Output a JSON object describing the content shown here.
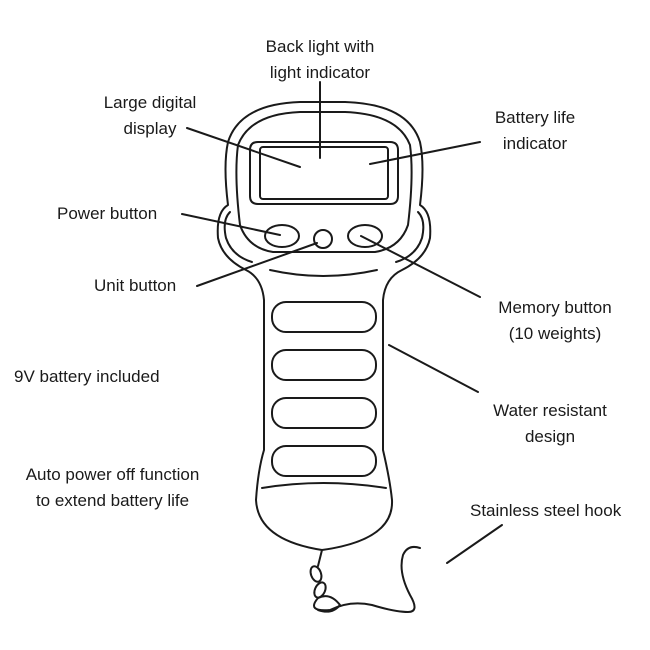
{
  "labels": {
    "back_light": [
      "Back light with",
      "light indicator"
    ],
    "large_display": [
      "Large digital",
      "display"
    ],
    "battery_indicator": [
      "Battery life",
      "indicator"
    ],
    "power_button": [
      "Power button"
    ],
    "unit_button": [
      "Unit button"
    ],
    "memory_button": [
      "Memory button",
      "(10 weights)"
    ],
    "battery_included": [
      "9V battery included"
    ],
    "water_resistant": [
      "Water resistant",
      "design"
    ],
    "auto_power_off": [
      "Auto power off function",
      "to extend battery life"
    ],
    "hook": [
      "Stainless steel hook"
    ]
  },
  "colors": {
    "stroke": "#1a1a1a",
    "background": "#ffffff"
  }
}
